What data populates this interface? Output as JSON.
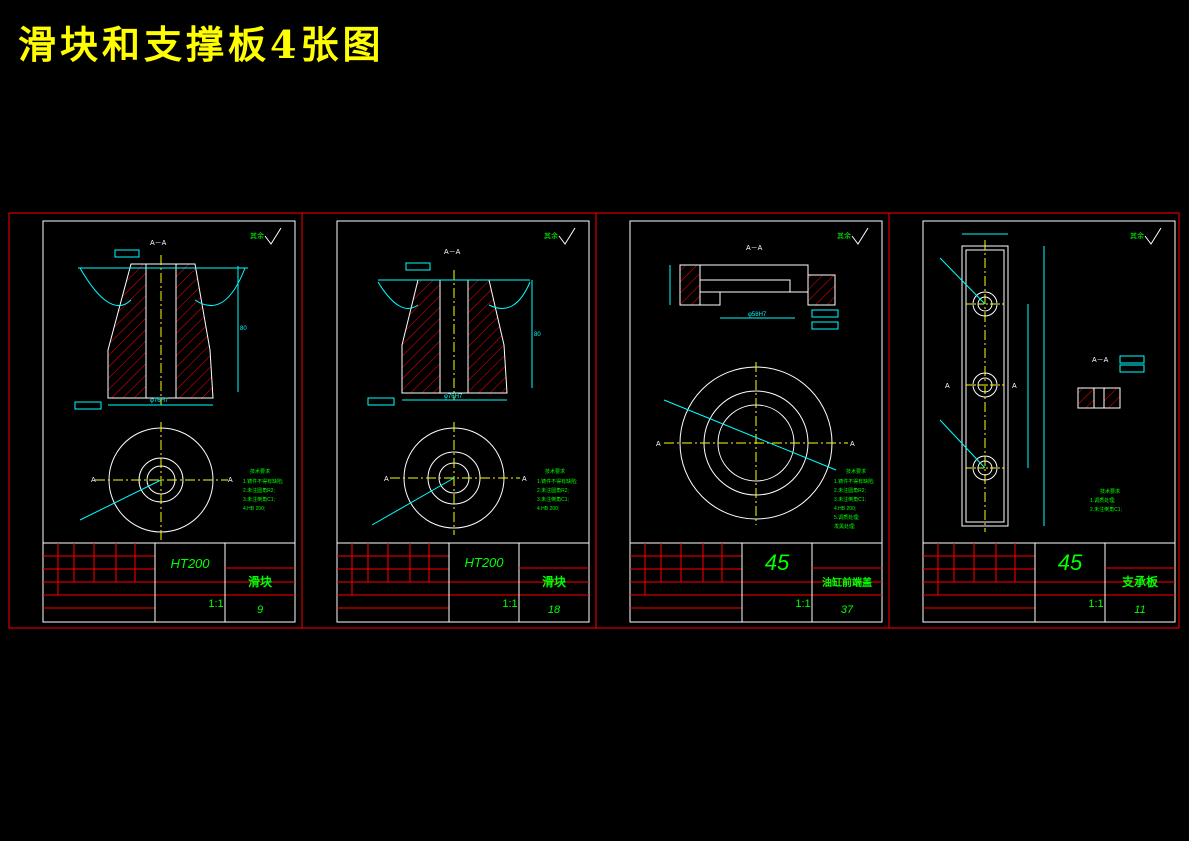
{
  "title": "滑块和支撑板4张图",
  "colors": {
    "frame": "#ff0000",
    "outline": "#ffffff",
    "dim": "#00ffff",
    "text": "#00ff00",
    "hatch": "#ff0000",
    "center": "#ffff00",
    "title": "#ffff00"
  },
  "sheets": [
    {
      "material": "HT200",
      "name": "滑块",
      "scale": "1:1",
      "number": "9"
    },
    {
      "material": "HT200",
      "name": "滑块",
      "scale": "1:1",
      "number": "18"
    },
    {
      "material": "45",
      "name": "油缸前端盖",
      "scale": "1:1",
      "number": "37"
    },
    {
      "material": "45",
      "name": "支承板",
      "scale": "1:1",
      "number": "11"
    }
  ],
  "labels": {
    "section": "A－A",
    "sec_a": "A"
  }
}
